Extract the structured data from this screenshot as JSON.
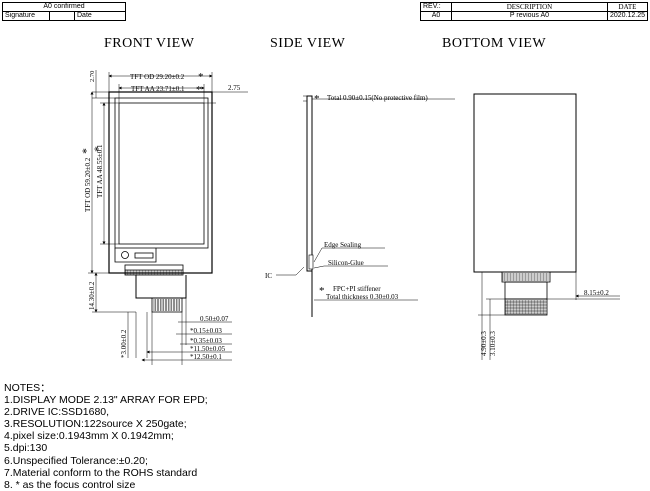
{
  "title_block_left": {
    "confirm_label": "A0 confirmed",
    "signature_label": "Signature",
    "date_label": "Date"
  },
  "title_block_right": {
    "headers": [
      "REV.:",
      "DESCRIPTION",
      "DATE"
    ],
    "row": [
      "A0",
      "P revious A0",
      "2020.12.25"
    ]
  },
  "views": {
    "front": "FRONT VIEW",
    "side": "SIDE VIEW",
    "bottom": "BOTTOM VIEW"
  },
  "front_dims": {
    "tft_od_width": "TFT OD 29.20±0.2",
    "tft_aa_width": "TFT AA 23.71±0.1",
    "offset_right": "2.75",
    "offset_top": "2.70",
    "tft_od_height": "TFT OD 59.20±0.2",
    "tft_aa_height": "TFT AA 48.55±0.1",
    "fpc_length": "14.30±0.2",
    "pin_width": "0.50±0.07",
    "pin_pitch_a": "*0.15±0.03",
    "pin_gap": "*0.35±0.03",
    "fpc_width_a": "*11.50±0.05",
    "fpc_width_b": "*12.50±0.1",
    "fpc_tail": "*3.00±0.2",
    "star": "*"
  },
  "side_dims": {
    "total": "Total 0.90±0.15(No protective film)",
    "edge_sealing": "Edge Sealing",
    "silicon_glue": "Silicon-Glue",
    "ic": "IC",
    "stiffener": "FPC+PI stiffener",
    "stiffener_total": "Total thickness 0.30±0.03",
    "star": "*"
  },
  "bottom_dims": {
    "fpc_offset": "8.15±0.2",
    "dim_a": "4.90±0.3",
    "dim_b": "3.10±0.3"
  },
  "notes": {
    "heading": "NOTES：",
    "items": [
      "1.DISPLAY MODE 2.13\" ARRAY FOR EPD;",
      "2.DRIVE IC:SSD1680,",
      "3.RESOLUTION:122source X 250gate;",
      "4.pixel size:0.1943mm X 0.1942mm;",
      "5.dpi:130",
      "6.Unspecified Tolerance:±0.20;",
      "7.Material conform to the ROHS standard",
      "8. *  as the focus control size"
    ]
  }
}
